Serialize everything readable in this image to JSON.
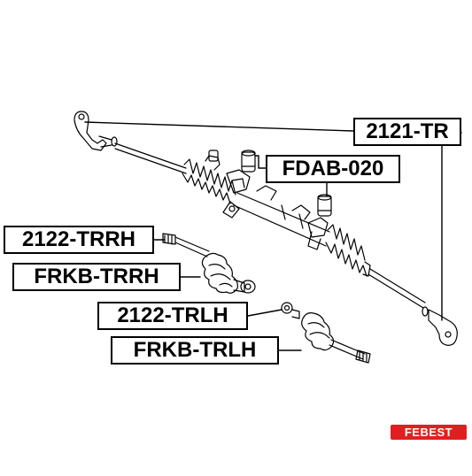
{
  "labels": {
    "tie_rod_end": "2121-TR",
    "bushing": "FDAB-020",
    "inner_rod_right": "2122-TRRH",
    "boot_right": "FRKB-TRRH",
    "inner_rod_left": "2122-TRLH",
    "boot_left": "FRKB-TRLH"
  },
  "brand": {
    "name": "FEBEST",
    "color": "#e02020"
  }
}
